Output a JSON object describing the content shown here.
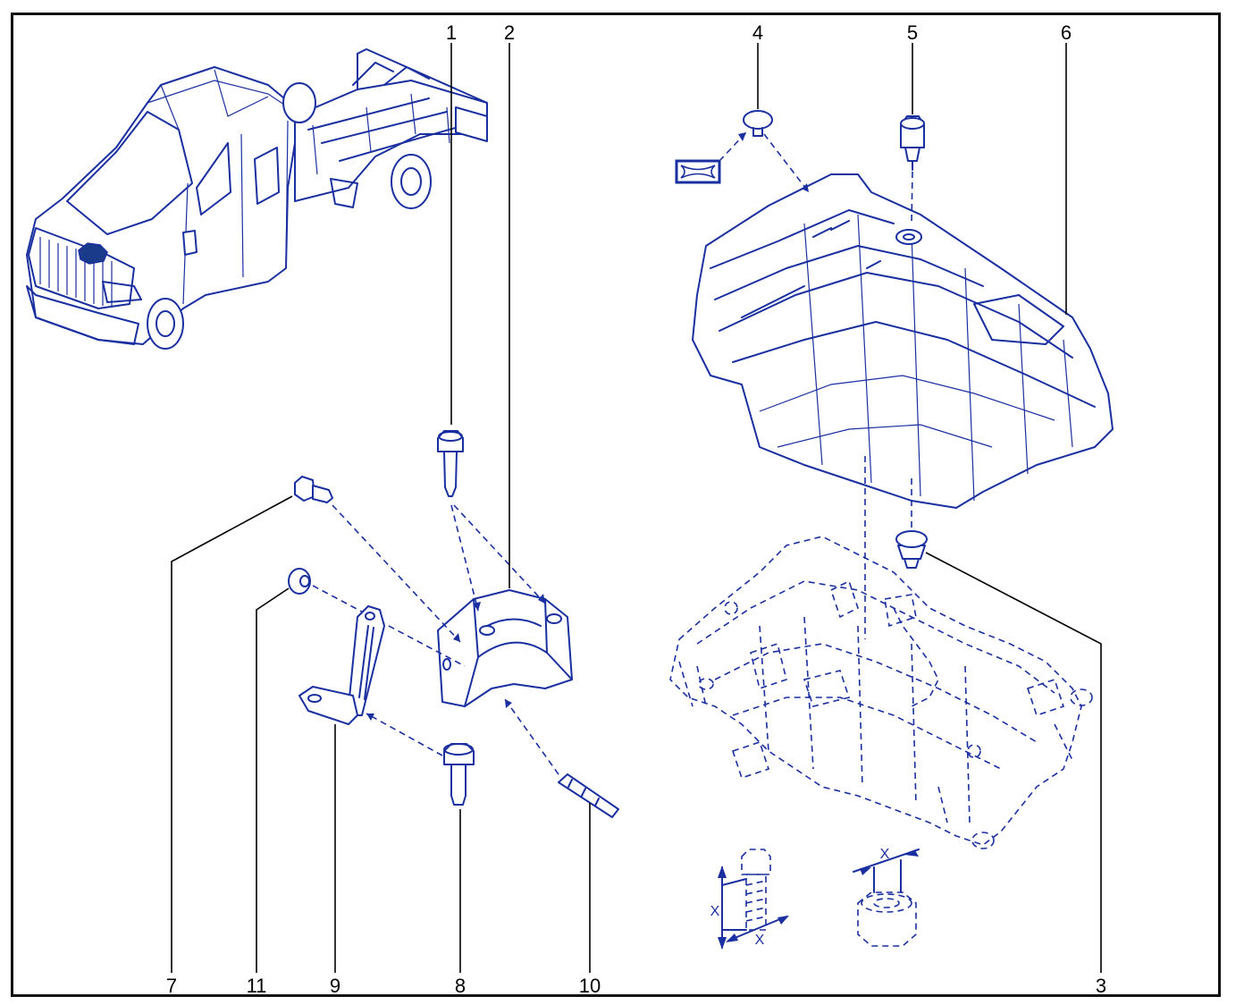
{
  "callouts": [
    "1",
    "2",
    "3",
    "4",
    "5",
    "6",
    "7",
    "8",
    "9",
    "10",
    "11"
  ],
  "dimension_label": "X",
  "colors": {
    "ink": "#1a2fa0",
    "frame": "#111111",
    "text": "#000000",
    "symbol_fill": "#1a3a8a"
  }
}
